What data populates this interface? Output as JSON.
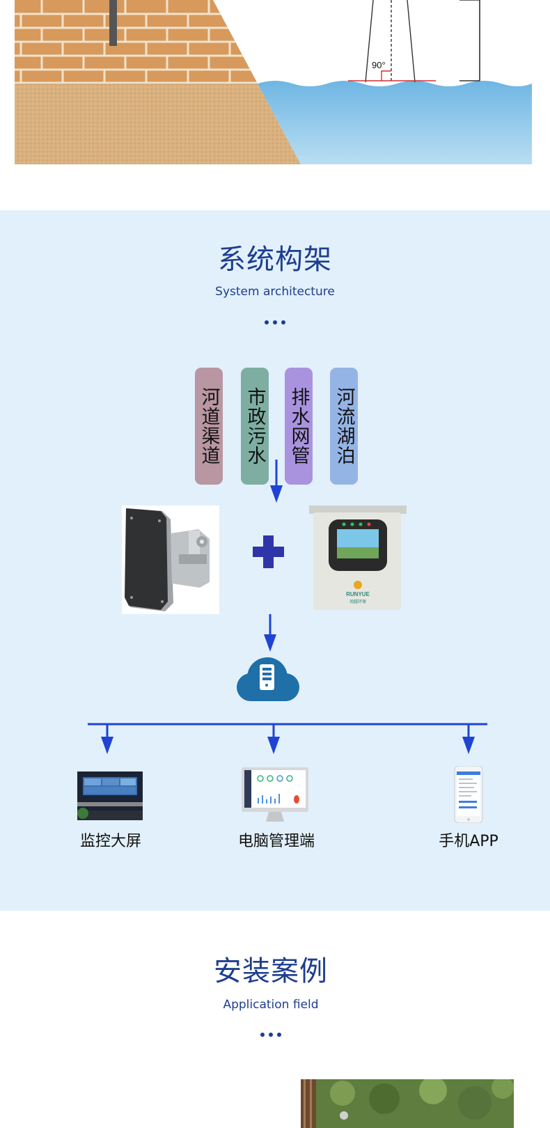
{
  "top_diagram": {
    "angle_label": "90°"
  },
  "architecture": {
    "title_cn": "系统构架",
    "title_en": "System architecture",
    "scenarios": [
      {
        "label": "河道渠道",
        "color": "#b896a2"
      },
      {
        "label": "市政污水",
        "color": "#7eaea2"
      },
      {
        "label": "排水网管",
        "color": "#a993de"
      },
      {
        "label": "河流湖泊",
        "color": "#95b4e6"
      }
    ],
    "cabinet_brand": "RUNYUE",
    "cabinet_brand_cn": "润越环保",
    "outputs": [
      {
        "label": "监控大屏"
      },
      {
        "label": "电脑管理端"
      },
      {
        "label": "手机APP"
      }
    ],
    "arrow_color": "#1f44d4"
  },
  "installation": {
    "title_cn": "安装案例",
    "title_en": "Application field"
  }
}
